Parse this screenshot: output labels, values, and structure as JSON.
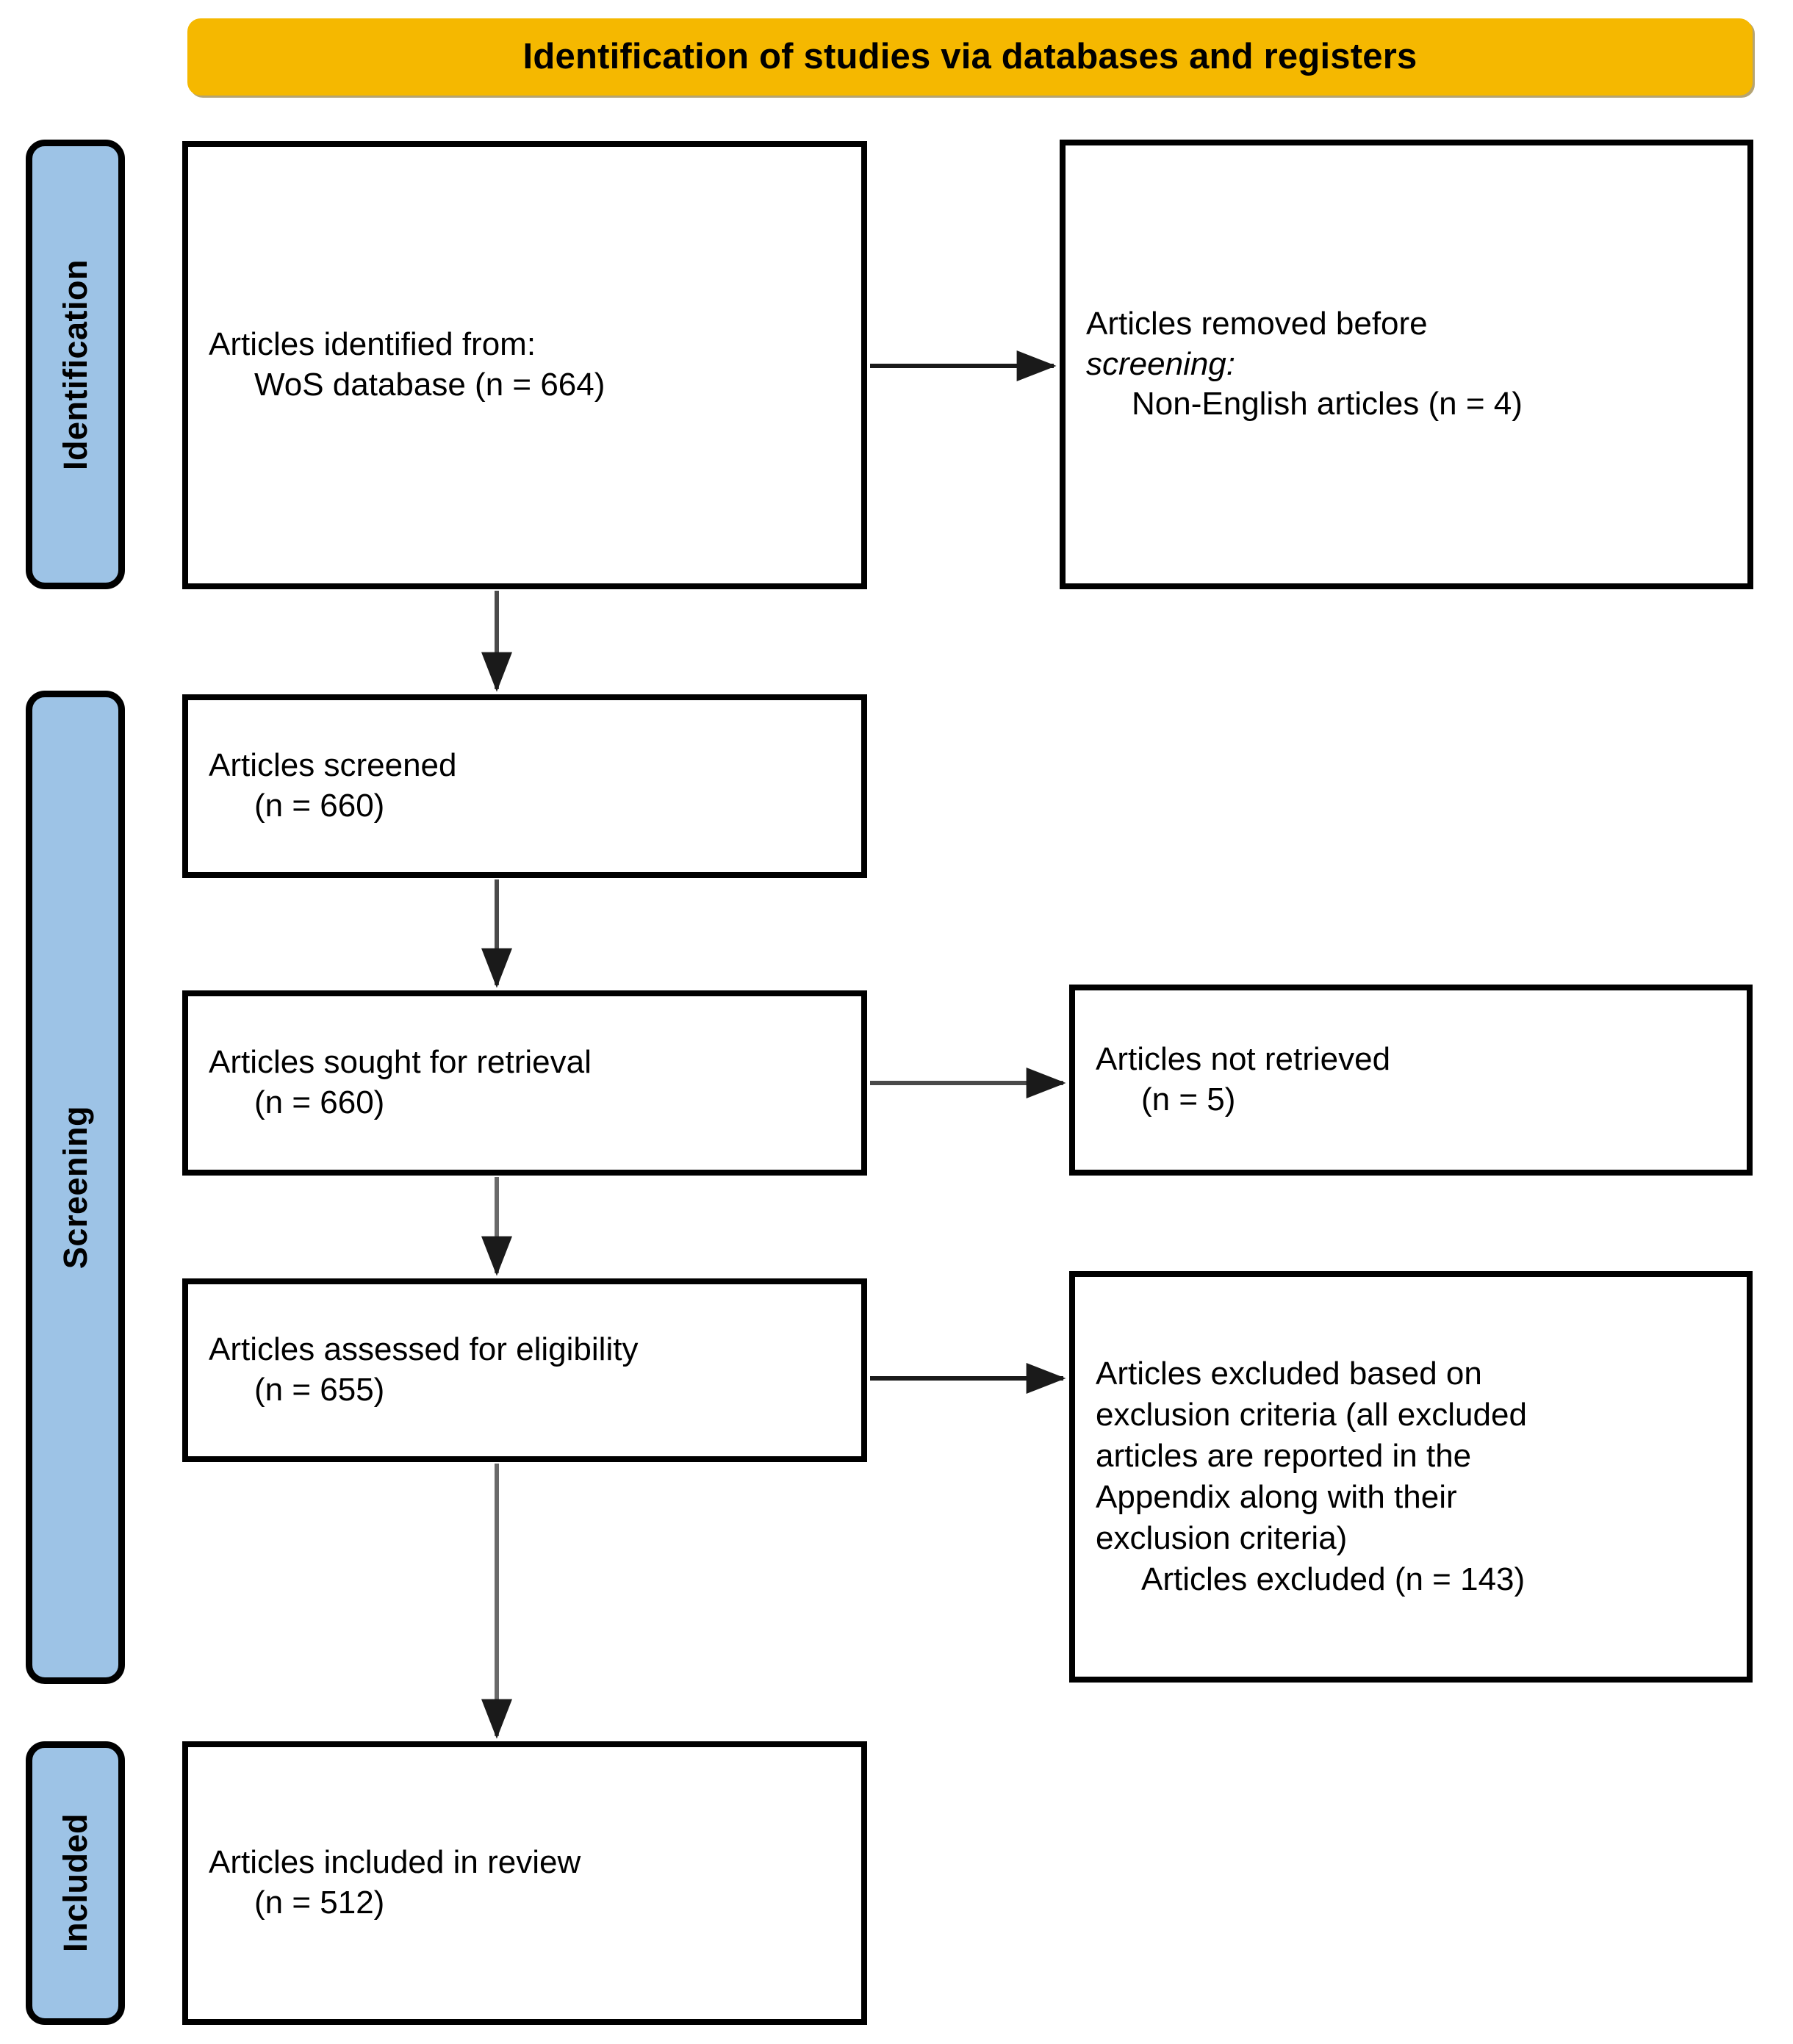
{
  "header": {
    "title": "Identification of studies via databases and registers",
    "background_color": "#F5B800"
  },
  "stages": [
    {
      "id": "identification",
      "label": "Identification",
      "color": "#9DC3E6"
    },
    {
      "id": "screening",
      "label": "Screening",
      "color": "#9DC3E6"
    },
    {
      "id": "included",
      "label": "Included",
      "color": "#9DC3E6"
    }
  ],
  "boxes": {
    "identified": {
      "line1": "Articles identified from:",
      "line2": "WoS database (n = 664)"
    },
    "removed": {
      "line1a": "Articles removed ",
      "line1b": "before",
      "line2": "screening:",
      "line3": "Non-English articles (n = 4)"
    },
    "screened": {
      "line1": "Articles screened",
      "line2": "(n = 660)"
    },
    "sought": {
      "line1": "Articles sought for retrieval",
      "line2": "(n = 660)"
    },
    "not_retrieved": {
      "line1": "Articles not retrieved",
      "line2": "(n = 5)"
    },
    "assessed": {
      "line1": "Articles assessed for eligibility",
      "line2": "(n = 655)"
    },
    "excluded": {
      "line1": "Articles excluded based on",
      "line2": "exclusion criteria (all excluded",
      "line3": "articles are reported in the",
      "line4": "Appendix along with their",
      "line5": "exclusion criteria)",
      "line6": "Articles excluded (n = 143)"
    },
    "included": {
      "line1": "Articles included in review",
      "line2": "(n = 512)"
    }
  },
  "chart_data": {
    "type": "diagram",
    "title": "Identification of studies via databases and registers",
    "nodes": [
      {
        "id": "identified",
        "stage": "Identification",
        "label": "Articles identified from: WoS database",
        "n": 664
      },
      {
        "id": "removed",
        "stage": "Identification",
        "label": "Articles removed before screening: Non-English articles",
        "n": 4
      },
      {
        "id": "screened",
        "stage": "Screening",
        "label": "Articles screened",
        "n": 660
      },
      {
        "id": "sought",
        "stage": "Screening",
        "label": "Articles sought for retrieval",
        "n": 660
      },
      {
        "id": "not_retrieved",
        "stage": "Screening",
        "label": "Articles not retrieved",
        "n": 5
      },
      {
        "id": "assessed",
        "stage": "Screening",
        "label": "Articles assessed for eligibility",
        "n": 655
      },
      {
        "id": "excluded",
        "stage": "Screening",
        "label": "Articles excluded based on exclusion criteria (all excluded articles are reported in the Appendix along with their exclusion criteria)",
        "n": 143
      },
      {
        "id": "included",
        "stage": "Included",
        "label": "Articles included in review",
        "n": 512
      }
    ],
    "edges": [
      {
        "from": "identified",
        "to": "removed",
        "direction": "right"
      },
      {
        "from": "identified",
        "to": "screened",
        "direction": "down"
      },
      {
        "from": "screened",
        "to": "sought",
        "direction": "down"
      },
      {
        "from": "sought",
        "to": "not_retrieved",
        "direction": "right"
      },
      {
        "from": "sought",
        "to": "assessed",
        "direction": "down"
      },
      {
        "from": "assessed",
        "to": "excluded",
        "direction": "right"
      },
      {
        "from": "assessed",
        "to": "included",
        "direction": "down"
      }
    ]
  }
}
